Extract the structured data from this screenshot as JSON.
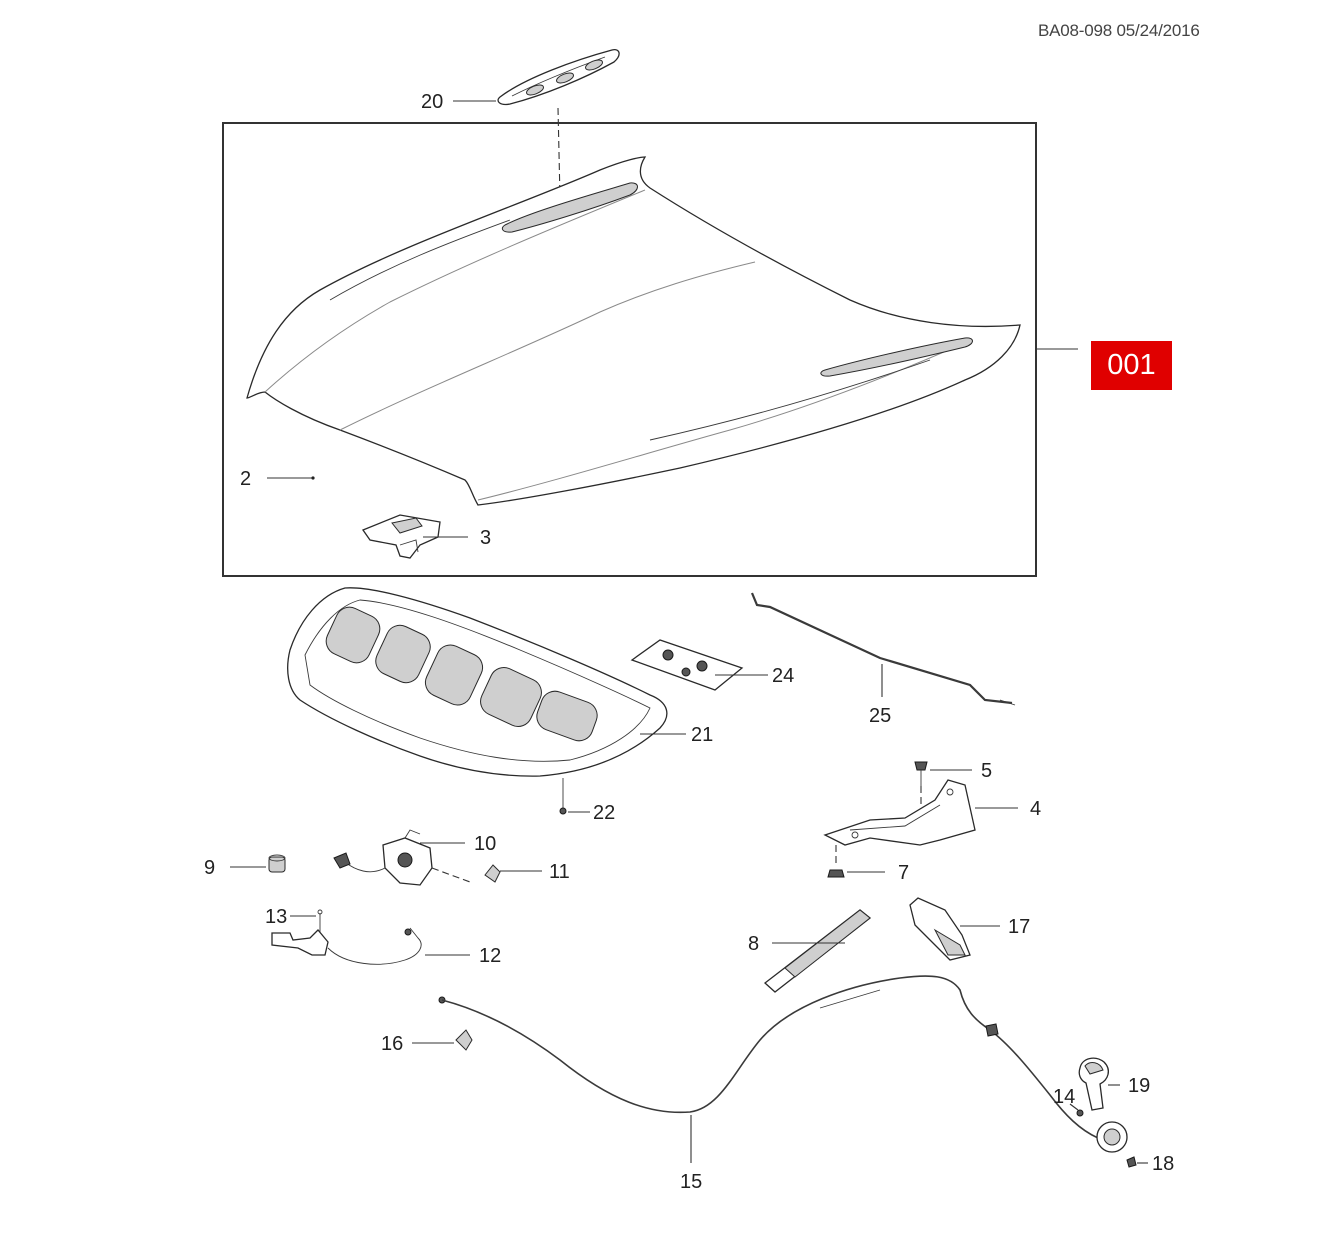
{
  "header": {
    "ref_code": "BA08-098 05/24/2016"
  },
  "assembly": {
    "label": "001",
    "badge_color": "#e00000"
  },
  "callouts": {
    "c2": "2",
    "c3": "3",
    "c4": "4",
    "c5": "5",
    "c7": "7",
    "c8": "8",
    "c9": "9",
    "c10": "10",
    "c11": "11",
    "c12": "12",
    "c13": "13",
    "c14": "14",
    "c15": "15",
    "c16": "16",
    "c17": "17",
    "c18": "18",
    "c19": "19",
    "c20": "20",
    "c21": "21",
    "c22": "22",
    "c24": "24",
    "c25": "25"
  }
}
